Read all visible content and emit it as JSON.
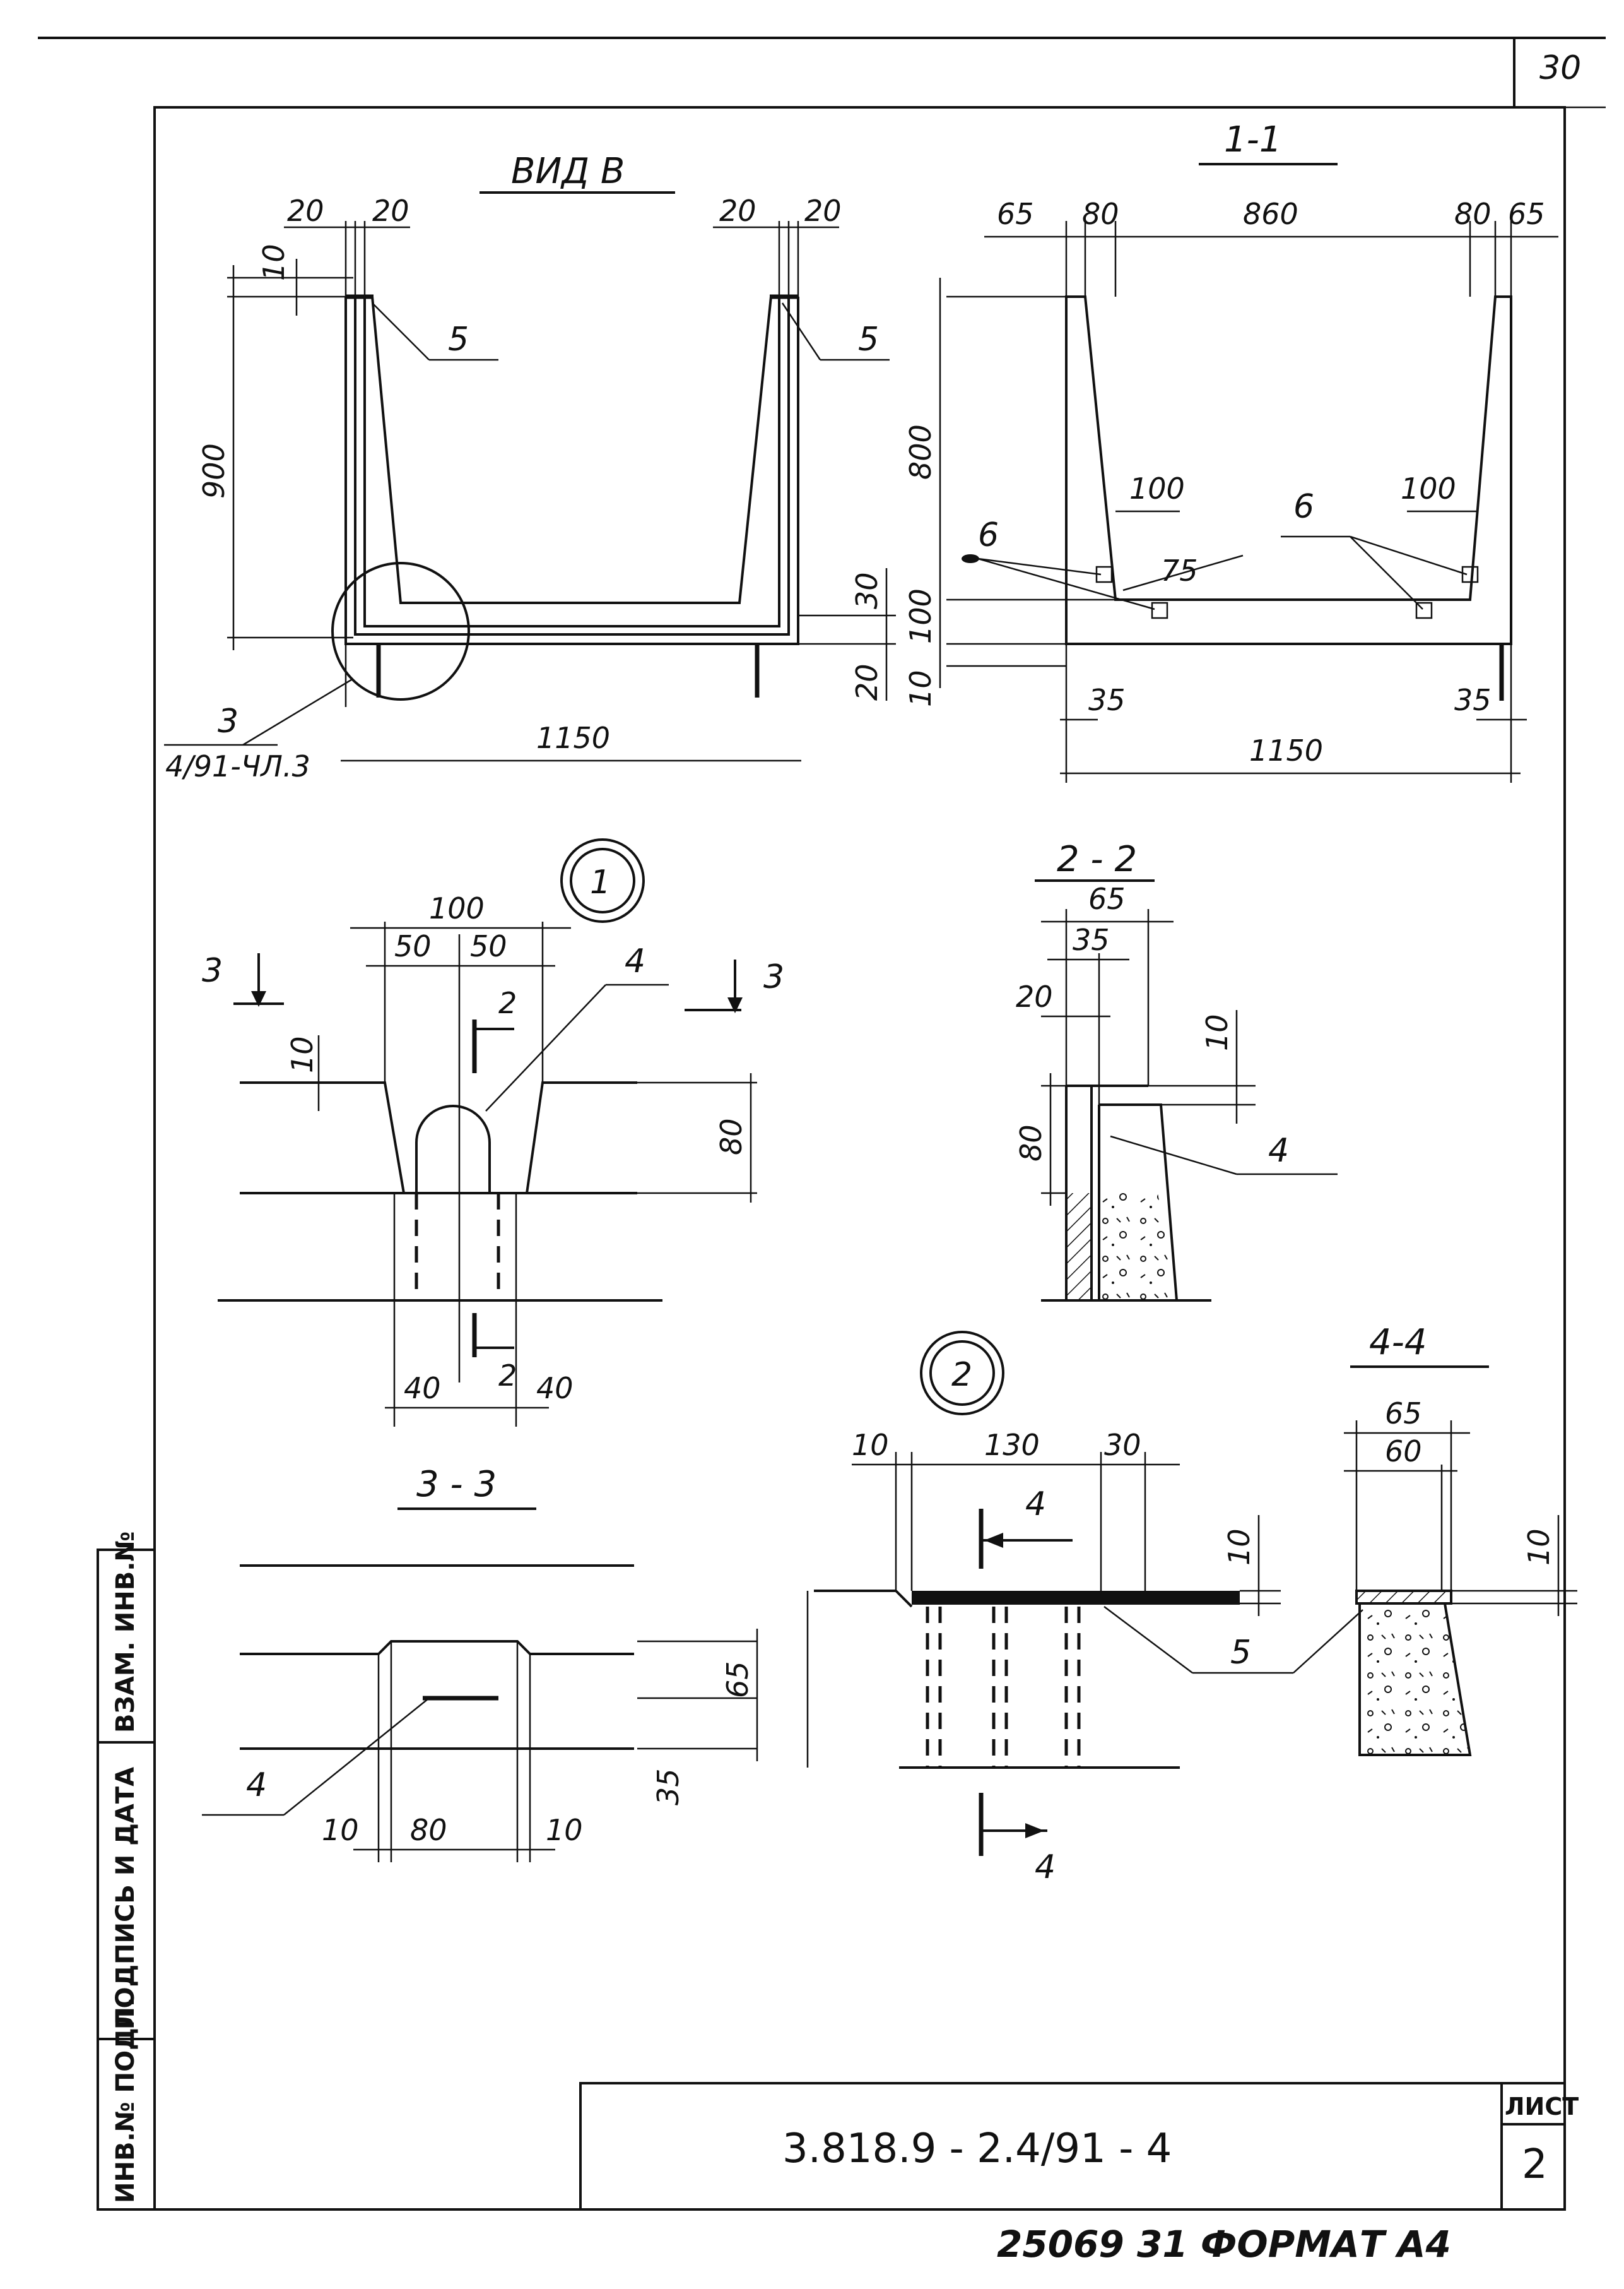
{
  "sheet": {
    "page_no": "30",
    "doc_code": "3.818.9 - 2.4/91 - 4",
    "sheet_label": "ЛИСТ",
    "sheet_no": "2",
    "footer": "25069   31   ФОРМАТ А4",
    "side_stamp": [
      "ИНВ.№ ПОДЛ.",
      "ПОДПИСЬ И ДАТА",
      "ВЗАМ. ИНВ.№"
    ]
  },
  "views": {
    "view_b": {
      "title": "ВИД В",
      "dims": [
        "20",
        "20",
        "20",
        "20",
        "10",
        "900",
        "30",
        "20",
        "1150"
      ],
      "leaders": [
        "5",
        "5"
      ],
      "callout_num": "3",
      "callout_ref": "4/91-ЧЛ.3"
    },
    "section_1_1": {
      "title": "1-1",
      "dims": [
        "65",
        "80",
        "860",
        "80",
        "65",
        "800",
        "100",
        "100",
        "75",
        "100",
        "10",
        "35",
        "35",
        "1150"
      ],
      "leaders": [
        "6",
        "6"
      ]
    },
    "node_1": {
      "num": "1",
      "dims": [
        "100",
        "50",
        "50",
        "10",
        "80",
        "40",
        "40"
      ],
      "section_marks": [
        "3",
        "3",
        "2",
        "2"
      ],
      "leader": "4"
    },
    "section_2_2": {
      "title": "2 - 2",
      "dims": [
        "65",
        "35",
        "20",
        "10",
        "80"
      ],
      "leader": "4"
    },
    "section_3_3": {
      "title": "3 - 3",
      "dims": [
        "65",
        "35",
        "10",
        "80",
        "10"
      ],
      "leader": "4"
    },
    "node_2": {
      "num": "2",
      "dims": [
        "10",
        "130",
        "30",
        "10"
      ],
      "section_marks": [
        "4",
        "4"
      ],
      "leader": "5"
    },
    "section_4_4": {
      "title": "4-4",
      "dims": [
        "65",
        "60",
        "10"
      ]
    }
  }
}
